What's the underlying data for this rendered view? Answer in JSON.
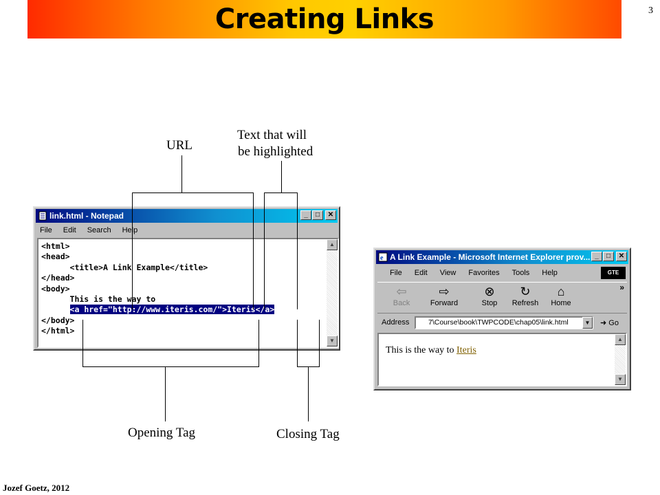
{
  "slide": {
    "title": "Creating Links",
    "page_number": "3",
    "author": "Jozef Goetz, 2012"
  },
  "annotations": {
    "url": "URL",
    "highlight_line1": "Text that will",
    "highlight_line2": "be highlighted",
    "opening_tag": "Opening Tag",
    "closing_tag": "Closing Tag"
  },
  "notepad": {
    "title": "link.html - Notepad",
    "menu": [
      "File",
      "Edit",
      "Search",
      "Help"
    ],
    "lines": {
      "l1": "<html>",
      "l2": "<head>",
      "l3": "      <title>A Link Example</title>",
      "l4": "</head>",
      "l5": "",
      "l6": "<body>",
      "l7": "      This is the way to",
      "l8_prefix": "      ",
      "l8_highlight": "<a href=\"http://www.iteris.com/\">Iteris</a>",
      "l9": "</body>",
      "l10": "</html>"
    }
  },
  "browser": {
    "title": "A Link Example - Microsoft Internet Explorer prov...",
    "menu": [
      "File",
      "Edit",
      "View",
      "Favorites",
      "Tools",
      "Help"
    ],
    "logo": "GTE",
    "toolbar": [
      "Back",
      "Forward",
      "Stop",
      "Refresh",
      "Home"
    ],
    "address_label": "Address",
    "address_value": "7\\Course\\book\\TWPCODE\\chap05\\link.html",
    "go_label": "Go",
    "content_text": "This is the way to ",
    "content_link": "Iteris"
  },
  "colors": {
    "title_gradient_mid": "#ffd000",
    "highlight": "#000080",
    "link": "#806000"
  }
}
